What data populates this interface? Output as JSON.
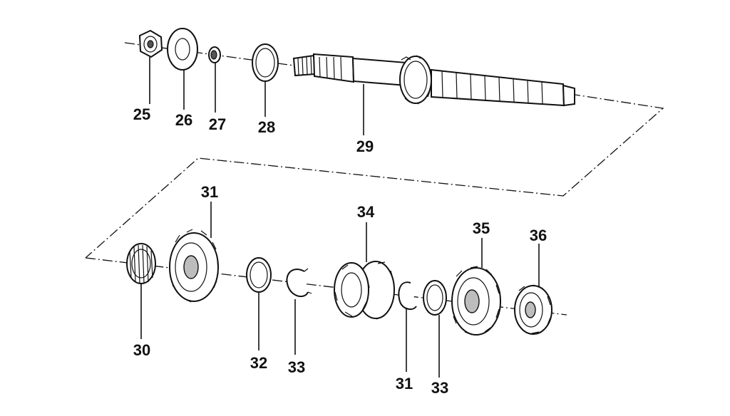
{
  "diagram": {
    "callouts": {
      "c25": "25",
      "c26": "26",
      "c27": "27",
      "c28": "28",
      "c29": "29",
      "c30": "30",
      "c31a": "31",
      "c32": "32",
      "c33a": "33",
      "c34": "34",
      "c31b": "31",
      "c33b": "33",
      "c35": "35",
      "c36": "36"
    }
  }
}
